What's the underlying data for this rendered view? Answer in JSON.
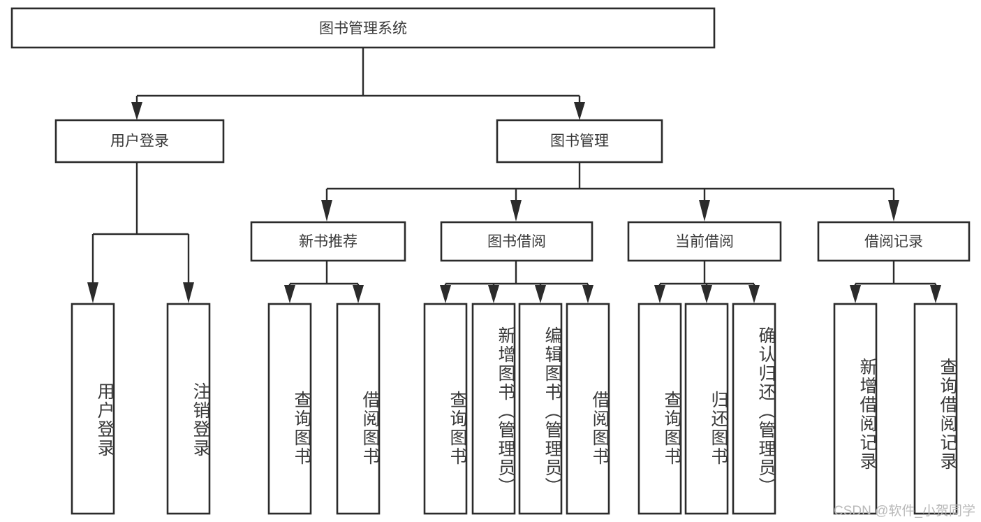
{
  "diagram": {
    "title": "图书管理系统",
    "watermark": "CSDN @软件_小贺同学",
    "stroke_color": "#2b2b2b",
    "text_color": "#3a3a3a",
    "box_fill": "#ffffff",
    "background": "#ffffff",
    "root": {
      "label": "图书管理系统"
    },
    "level1": [
      {
        "label": "用户登录"
      },
      {
        "label": "图书管理"
      }
    ],
    "level2": [
      {
        "label": "新书推荐"
      },
      {
        "label": "图书借阅"
      },
      {
        "label": "当前借阅"
      },
      {
        "label": "借阅记录"
      }
    ],
    "leaves": {
      "user_login": [
        {
          "label": "用户登录"
        },
        {
          "label": "注销登录"
        }
      ],
      "new_book_recommend": [
        {
          "label": "查询图书"
        },
        {
          "label": "借阅图书"
        }
      ],
      "book_borrow": [
        {
          "label": "查询图书"
        },
        {
          "label": "新增图书（管理员）"
        },
        {
          "label": "编辑图书（管理员）"
        },
        {
          "label": "借阅图书"
        }
      ],
      "current_borrow": [
        {
          "label": "查询图书"
        },
        {
          "label": "归还图书"
        },
        {
          "label": "确认归还（管理员）"
        }
      ],
      "borrow_record": [
        {
          "label": "新增借阅记录"
        },
        {
          "label": "查询借阅记录"
        }
      ]
    }
  }
}
